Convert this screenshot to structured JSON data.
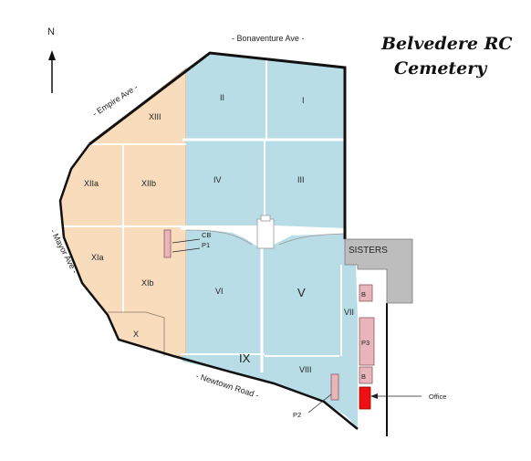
{
  "title": {
    "line1": "Belvedere RC",
    "line2": "Cemetery"
  },
  "north_label": "N",
  "streets": {
    "bonaventure": "- Bonaventure Ave -",
    "empire": "- Empire Ave -",
    "mayor": "- Mayor Ave -",
    "newtown": "- Newtown Road -"
  },
  "sections": {
    "I": "I",
    "II": "II",
    "III": "III",
    "IV": "IV",
    "V": "V",
    "VI": "VI",
    "VII": "VII",
    "VIII": "VIII",
    "IX": "IX",
    "X": "X",
    "XIII": "XIII",
    "XIIa": "XIIa",
    "XIIb": "XIIb",
    "XIa": "XIa",
    "XIb": "XIb"
  },
  "features": {
    "sisters": "SISTERS",
    "cb": "CB",
    "p1": "P1",
    "p2": "P2",
    "p3": "P3",
    "b_upper": "B",
    "b_lower": "B",
    "office": "Office"
  },
  "colors": {
    "blue_sections": "#b9dde7",
    "orange_sections": "#f8dcbc",
    "sisters": "#bdbdbd",
    "pink_buildings": "#e8b5bb",
    "office": "#ee1111",
    "border": "#111111"
  }
}
